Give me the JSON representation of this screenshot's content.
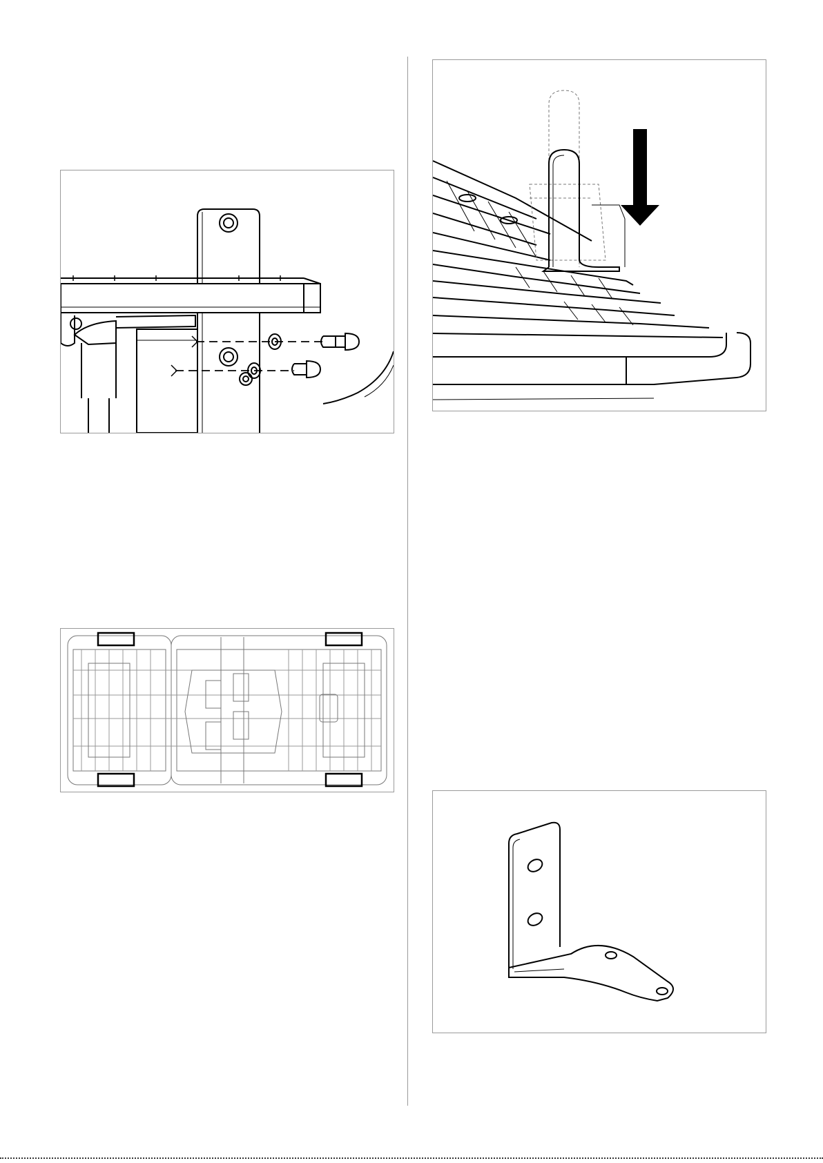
{
  "page": {
    "figures": [
      {
        "name": "bolt-install",
        "icon": "bolts-and-washers-exploded-view"
      },
      {
        "name": "bed-topview",
        "icon": "bed-frame-top-view-with-highlighted-corners",
        "highlight_color": "#000000"
      },
      {
        "name": "bracket-insert",
        "icon": "bracket-insertion-with-down-arrow"
      },
      {
        "name": "bracket-part",
        "icon": "l-bracket-part-isometric"
      }
    ],
    "colors": {
      "line": "#000000",
      "frame_border": "#9a9a9a",
      "background": "#ffffff"
    }
  }
}
